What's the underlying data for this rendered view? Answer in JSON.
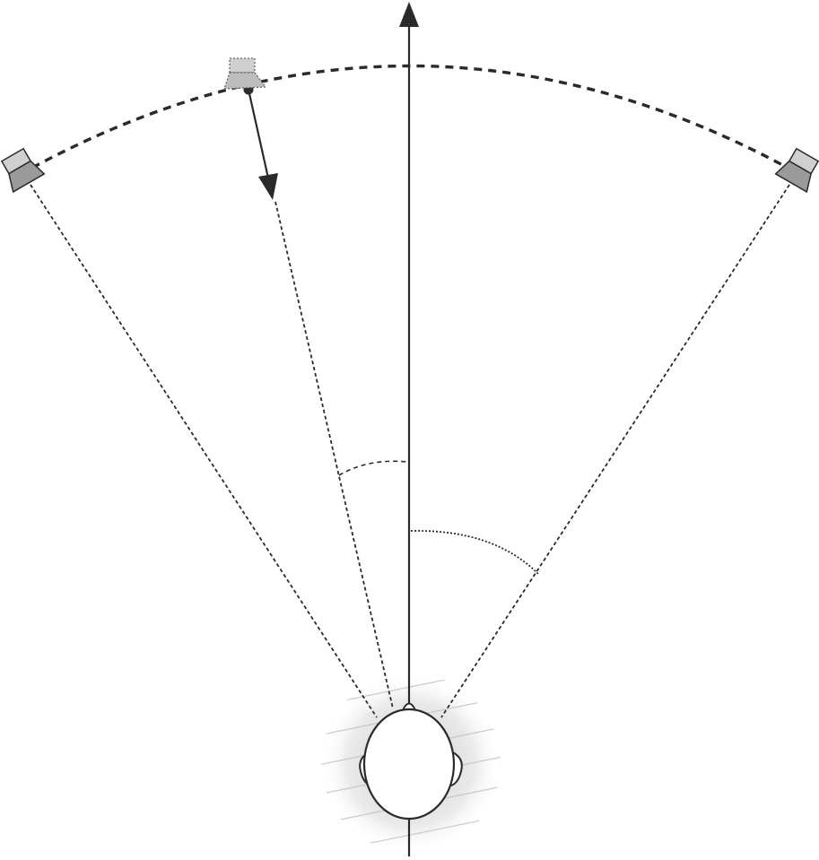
{
  "diagram": {
    "kind": "stereo speaker panning geometry (top view)",
    "elements": {
      "listener_head": "head-icon",
      "forward_axis": "arrow-up-icon",
      "left_speaker": "speaker-icon",
      "right_speaker": "speaker-icon",
      "phantom_source": "speaker-icon",
      "source_motion": "arrow-icon",
      "speaker_arc": "dashed-arc",
      "panning_angle_arc": "dashed-angle-arc",
      "base_angle_arc": "dotted-angle-arc"
    },
    "colors": {
      "line": "#2a2a2a",
      "speaker_fill": "#9a9a9a",
      "speaker_face": "#cfcfcf",
      "phantom_fill": "#c8c8c8",
      "head_fill": "#ffffff",
      "halo": "#d6d6d6"
    }
  }
}
